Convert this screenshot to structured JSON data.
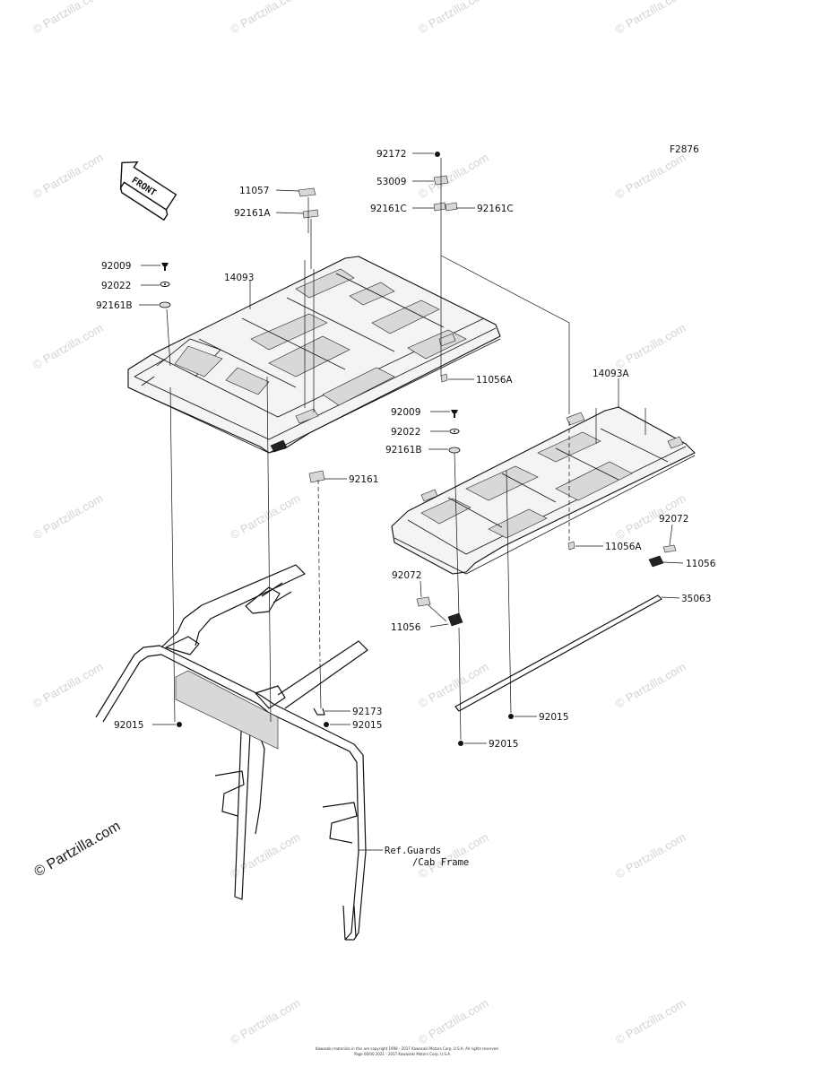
{
  "figure_code": "F2876",
  "front_label": "FRONT",
  "ref_note": [
    "Ref.Guards",
    "/Cab Frame"
  ],
  "copyright_line1": "Kawasaki materials in this are copyright 1998 - 2017 Kawasaki Motors Corp, U.S.A. All rights reserved",
  "copyright_line2": "Page 00/00 2021 - 2017 Kawasaki Motors Corp, U.S.A.",
  "watermark": "© Partzilla.com",
  "callouts": {
    "c92172": "92172",
    "c53009": "53009",
    "c92161C_left": "92161C",
    "c92161C_right": "92161C",
    "c11057": "11057",
    "c92161A": "92161A",
    "c92009_left": "92009",
    "c92022_left": "92022",
    "c92161B_left": "92161B",
    "c14093": "14093",
    "c11056A_top": "11056A",
    "c14093A": "14093A",
    "c92009_mid": "92009",
    "c92022_mid": "92022",
    "c92161B_mid": "92161B",
    "c92161": "92161",
    "c92072_right": "92072",
    "c11056A_right": "11056A",
    "c11056_right": "11056",
    "c35063": "35063",
    "c92072_left": "92072",
    "c11056_left": "11056",
    "c92173": "92173",
    "c92015_a": "92015",
    "c92015_b": "92015",
    "c92015_c": "92015",
    "c92015_d": "92015"
  }
}
